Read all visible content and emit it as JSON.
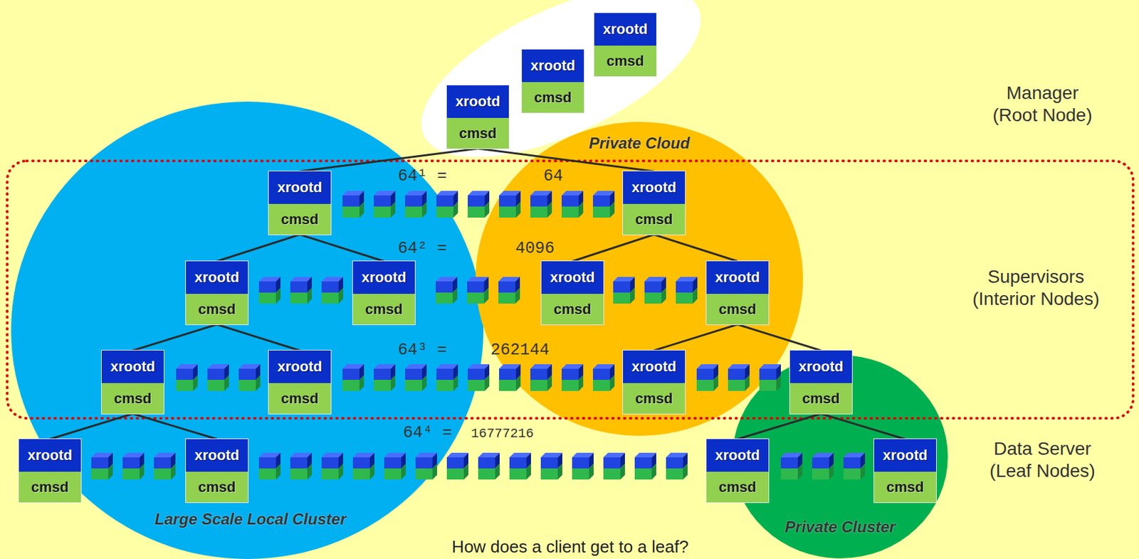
{
  "diagram": {
    "nodes": [
      {
        "text": [
          "xrootd",
          "cmsd"
        ]
      },
      {
        "text": [
          "xrootd",
          "cmsd"
        ]
      },
      {
        "text": [
          "xrootd",
          "cmsd"
        ]
      },
      {
        "text": [
          "Large Scale Local Cluster"
        ]
      },
      {
        "text": [
          "Private Cloud"
        ]
      },
      {
        "text": [
          "Private Cluster"
        ]
      },
      {
        "text": [
          "xrootd",
          "cmsd"
        ],
        "in": 3
      },
      {
        "text": [
          "xrootd",
          "cmsd"
        ],
        "in": 4
      },
      {
        "text": [
          "xrootd",
          "cmsd"
        ],
        "in": 3
      },
      {
        "text": [
          "xrootd",
          "cmsd"
        ],
        "in": 3
      },
      {
        "text": [
          "xrootd",
          "cmsd"
        ],
        "in": 4
      },
      {
        "text": [
          "xrootd",
          "cmsd"
        ],
        "in": 4
      },
      {
        "text": [
          "xrootd",
          "cmsd"
        ],
        "in": 3
      },
      {
        "text": [
          "xrootd",
          "cmsd"
        ],
        "in": 3
      },
      {
        "text": [
          "xrootd",
          "cmsd"
        ],
        "in": 4
      },
      {
        "text": [
          "xrootd",
          "cmsd"
        ],
        "in": 5
      },
      {
        "text": [
          "xrootd",
          "cmsd"
        ],
        "in": 3
      },
      {
        "text": [
          "xrootd",
          "cmsd"
        ],
        "in": 3
      },
      {
        "text": [
          "xrootd",
          "cmsd"
        ],
        "in": 5
      },
      {
        "text": [
          "xrootd",
          "cmsd"
        ],
        "in": 5
      }
    ],
    "edges": [
      {
        "from": 2,
        "to": 6,
        "arrow": "none"
      },
      {
        "from": 2,
        "to": 7,
        "arrow": "none"
      },
      {
        "from": 6,
        "to": 8,
        "arrow": "none"
      },
      {
        "from": 6,
        "to": 9,
        "arrow": "none"
      },
      {
        "from": 7,
        "to": 10,
        "arrow": "none"
      },
      {
        "from": 7,
        "to": 11,
        "arrow": "none"
      },
      {
        "from": 8,
        "to": 12,
        "arrow": "none"
      },
      {
        "from": 8,
        "to": 13,
        "arrow": "none"
      },
      {
        "from": 11,
        "to": 14,
        "arrow": "none"
      },
      {
        "from": 11,
        "to": 15,
        "arrow": "none"
      },
      {
        "from": 12,
        "to": 16,
        "arrow": "none"
      },
      {
        "from": 12,
        "to": 17,
        "arrow": "none"
      },
      {
        "from": 15,
        "to": 18,
        "arrow": "none"
      },
      {
        "from": 15,
        "to": 19,
        "arrow": "none"
      }
    ],
    "labels": [
      "Manager (Root Node)",
      "Supervisors (Interior Nodes)",
      "Data Server (Leaf Nodes)",
      "64¹ =",
      "64",
      "64² =",
      "4096",
      "64³ =",
      "262144",
      "64⁴ =",
      "16777216",
      "How does a client get to a leaf?"
    ]
  }
}
